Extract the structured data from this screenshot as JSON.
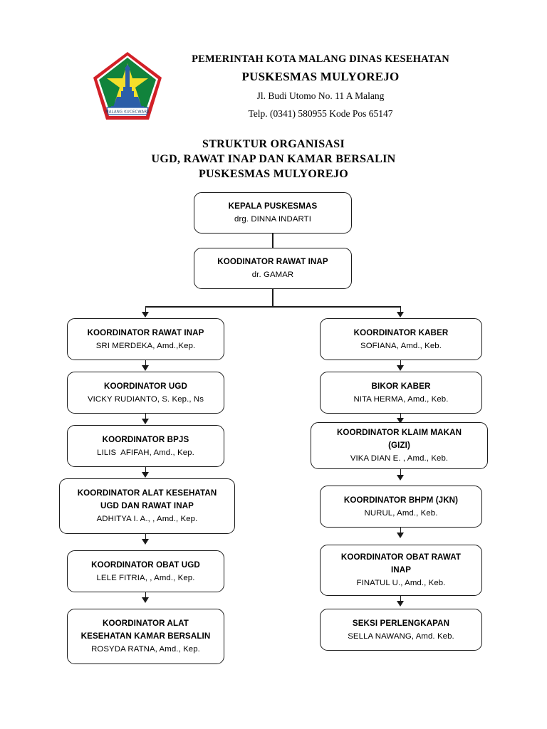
{
  "header": {
    "logo_name": "malang-city-emblem",
    "logo_colors": {
      "border_red": "#d22027",
      "field_green": "#11833c",
      "star_yellow": "#f4df2b",
      "monument_blue": "#2c5ea8",
      "banner_white": "#ffffff"
    },
    "line1": "PEMERINTAH KOTA MALANG DINAS KESEHATAN",
    "line2": "PUSKESMAS MULYOREJO",
    "line3": "Jl. Budi Utomo No. 11 A Malang",
    "line4": "Telp. (0341) 580955 Kode Pos 65147"
  },
  "title": {
    "line1": "STRUKTUR ORGANISASI",
    "line2": "UGD, RAWAT INAP DAN KAMAR BERSALIN",
    "line3": "PUSKESMAS MULYOREJO"
  },
  "chart_data": {
    "type": "org-chart",
    "orientation": "top-down",
    "root": {
      "title": "KEPALA PUSKESMAS",
      "person": "drg. DINNA INDARTI"
    },
    "second": {
      "title": "KOODINATOR RAWAT INAP",
      "person": "dr. GAMAR"
    },
    "left_branch": [
      {
        "title": "KOORDINATOR RAWAT INAP",
        "person": "SRI MERDEKA, Amd.,Kep."
      },
      {
        "title": "KOORDINATOR UGD",
        "person": "VICKY RUDIANTO, S. Kep., Ns"
      },
      {
        "title": "KOORDINATOR BPJS",
        "person": "LILIS  AFIFAH, Amd., Kep."
      },
      {
        "title": "KOORDINATOR ALAT KESEHATAN",
        "title2": "UGD DAN RAWAT INAP",
        "person": "ADHITYA I. A., , Amd., Kep."
      },
      {
        "title": "KOORDINATOR OBAT UGD",
        "person": "LELE FITRIA, , Amd., Kep."
      },
      {
        "title": "KOORDINATOR ALAT",
        "title2": "KESEHATAN KAMAR BERSALIN",
        "person": "ROSYDA RATNA, Amd., Kep."
      }
    ],
    "right_branch": [
      {
        "title": "KOORDINATOR KABER",
        "person": "SOFIANA, Amd., Keb."
      },
      {
        "title": "BIKOR KABER",
        "person": "NITA HERMA, Amd., Keb."
      },
      {
        "title": "KOORDINATOR KLAIM MAKAN",
        "title2": "(GIZI)",
        "person": "VIKA DIAN E. , Amd., Keb."
      },
      {
        "title": "KOORDINATOR BHPM (JKN)",
        "person": "NURUL, Amd., Keb."
      },
      {
        "title": "KOORDINATOR OBAT RAWAT",
        "title2": "INAP",
        "person": "FINATUL U., Amd., Keb."
      },
      {
        "title": "SEKSI PERLENGKAPAN",
        "person": "SELLA NAWANG, Amd. Keb."
      }
    ]
  }
}
